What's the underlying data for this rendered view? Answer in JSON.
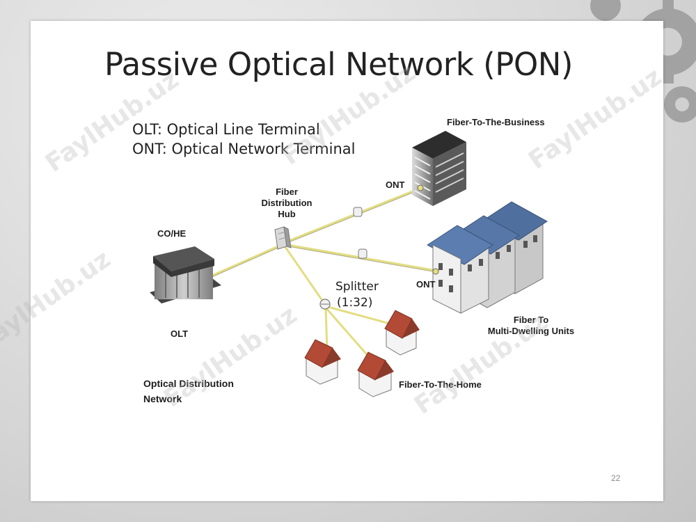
{
  "slide": {
    "title": "Passive Optical Network (PON)",
    "legend": [
      "OLT: Optical Line Terminal",
      "ONT: Optical Network Terminal"
    ],
    "slide_number": "22"
  },
  "labels": {
    "fiber_to_business": "Fiber-To-The-Business",
    "ont_business": "ONT",
    "fdh_line1": "Fiber",
    "fdh_line2": "Distribution",
    "fdh_line3": "Hub",
    "co_he": "CO/HE",
    "olt": "OLT",
    "ont_mdu": "ONT",
    "splitter": "Splitter",
    "splitter_ratio": "(1:32)",
    "mdu_line1": "Fiber To",
    "mdu_line2": "Multi-Dwelling Units",
    "odn_line1": "Optical Distribution",
    "odn_line2": "Network",
    "ftth": "Fiber-To-The-Home"
  },
  "watermark": "FaylHub.uz",
  "colors": {
    "fiber": "#e8e48a",
    "roof_blue": "#4f6f9f",
    "roof_red": "#b34a35",
    "olt_body": "#9a9a9a"
  }
}
